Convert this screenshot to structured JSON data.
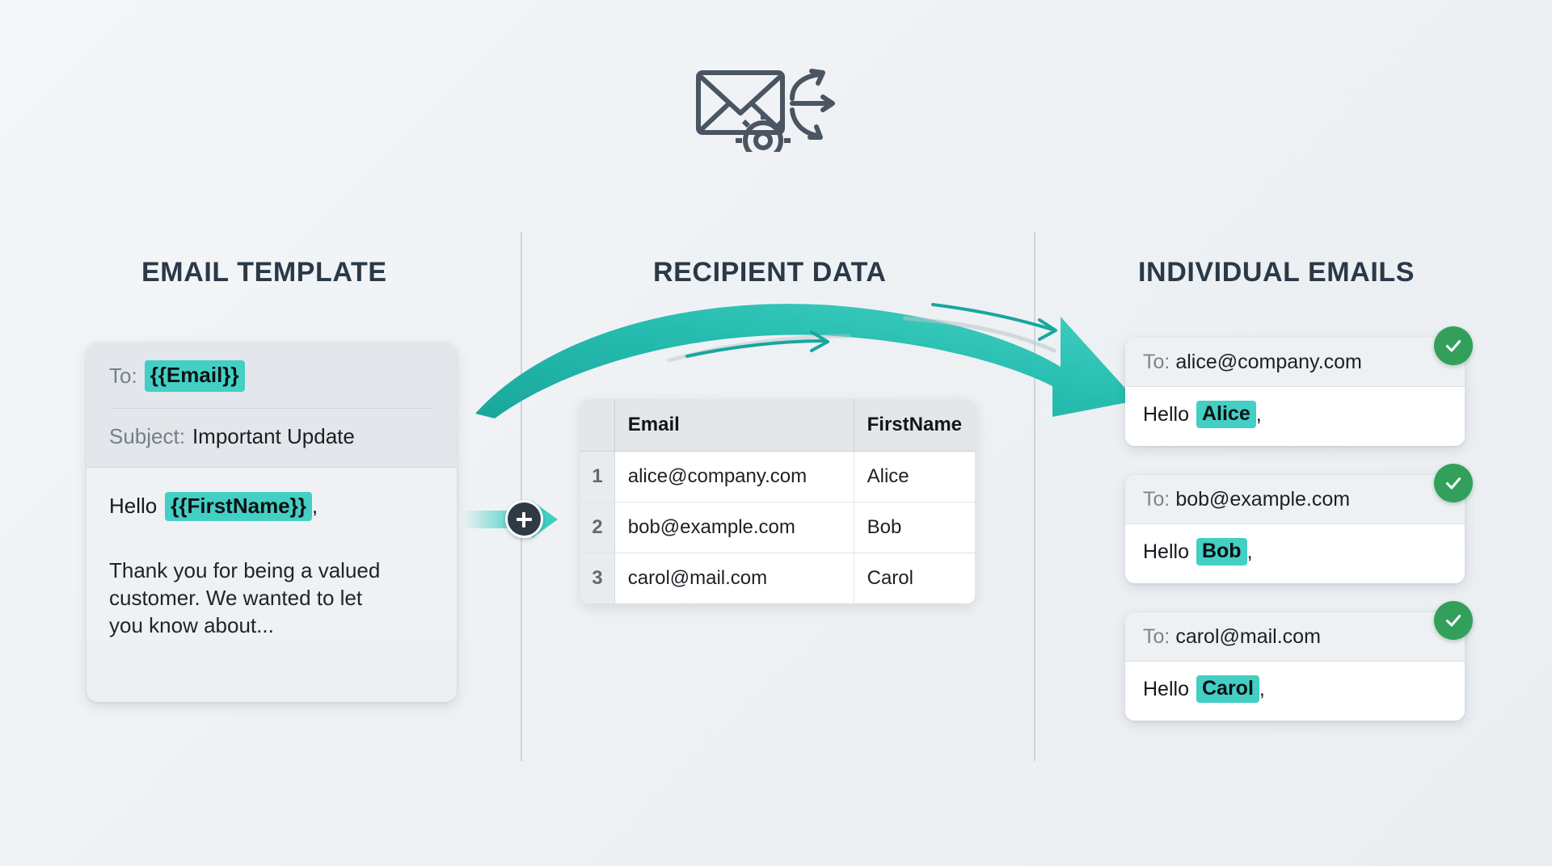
{
  "page": {
    "title": "Mail Merge Process Diagram",
    "background": "#eef1f4"
  },
  "colors": {
    "accent_teal": "#44cfc4",
    "arrow_teal_dark": "#17a79c",
    "arrow_teal_light": "#47d0c3",
    "check_green": "#32a05a",
    "heading": "#2b3947",
    "divider": "#cdd4da",
    "plus_badge": "#2f3a44"
  },
  "hero": {
    "icon_name": "envelope-gear-distribute-icon"
  },
  "columns": {
    "left": {
      "title": "EMAIL TEMPLATE"
    },
    "middle": {
      "title": "RECIPIENT DATA"
    },
    "right": {
      "title": "INDIVIDUAL EMAILS"
    }
  },
  "template": {
    "to_label": "To:",
    "to_token": "{{Email}}",
    "subject_label": "Subject:",
    "subject_value": "Important Update",
    "greeting_prefix": "Hello",
    "greeting_token": "{{FirstName}}",
    "greeting_suffix": ",",
    "body": "Thank you for being a valued customer. We wanted to let you know about..."
  },
  "connector": {
    "badge_icon": "plus-icon",
    "badge_label": "+"
  },
  "recipient_table": {
    "index_header": "",
    "headers": [
      "Email",
      "FirstName"
    ],
    "rows": [
      {
        "index": "1",
        "email": "alice@company.com",
        "firstname": "Alice"
      },
      {
        "index": "2",
        "email": "bob@example.com",
        "firstname": "Bob"
      },
      {
        "index": "3",
        "email": "carol@mail.com",
        "firstname": "Carol"
      }
    ]
  },
  "emails": [
    {
      "to_label": "To:",
      "to_value": "alice@company.com",
      "greeting_prefix": "Hello",
      "greeting_name": "Alice",
      "greeting_suffix": ",",
      "status_icon": "check-circle-icon"
    },
    {
      "to_label": "To:",
      "to_value": "bob@example.com",
      "greeting_prefix": "Hello",
      "greeting_name": "Bob",
      "greeting_suffix": ",",
      "status_icon": "check-circle-icon"
    },
    {
      "to_label": "To:",
      "to_value": "carol@mail.com",
      "greeting_prefix": "Hello",
      "greeting_name": "Carol",
      "greeting_suffix": ",",
      "status_icon": "check-circle-icon"
    }
  ],
  "flow_arrow": {
    "icon_name": "curved-flow-arrow-icon",
    "direction": "left-to-right"
  }
}
